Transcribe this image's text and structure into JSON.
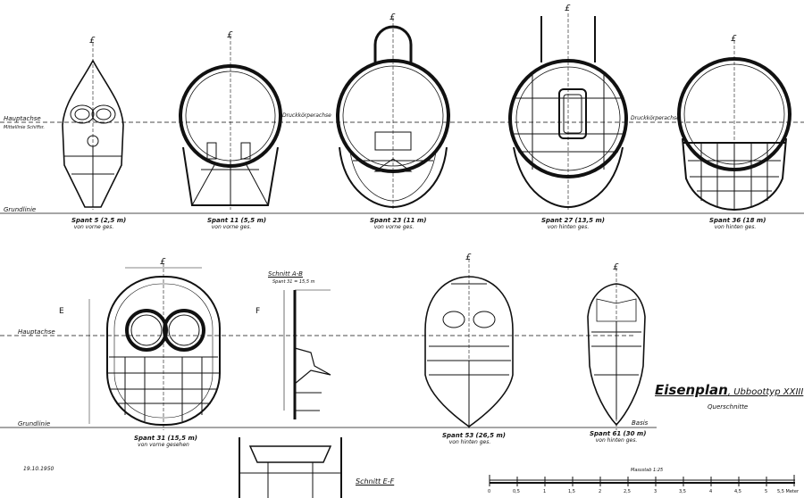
{
  "title": "Eisenplan",
  "title_suffix": ", Ubboottyp XXIII",
  "subtitle": "Querschnitte",
  "date": "19.10.1950",
  "waterline_labels": {
    "top": "Hauptachse",
    "bottom": "Hauptachse",
    "bottom_row": "Grundlinie",
    "top_base": "Grundlinie"
  },
  "top_left_label2": "Mittellinie Schiffsr.",
  "druck_label_1": "Druckkörperachse",
  "druck_label_2": "Druckkörperachse",
  "basis_label": "Basis",
  "centerline_symbol": "£",
  "frames_top": [
    {
      "id": "spant-5",
      "label": "Spant 5",
      "pos": "(2,5 m)",
      "note": "von vorne ges."
    },
    {
      "id": "spant-11",
      "label": "Spant 11",
      "pos": "(5,5 m)",
      "note": "von vorne ges."
    },
    {
      "id": "spant-23",
      "label": "Spant 23",
      "pos": "(11 m)",
      "note": "von vorne ges."
    },
    {
      "id": "spant-27",
      "label": "Spant 27",
      "pos": "(13,5 m)",
      "note": "von hinten ges."
    },
    {
      "id": "spant-36",
      "label": "Spant 36",
      "pos": "(18 m)",
      "note": "von hinten ges."
    }
  ],
  "frames_bottom": [
    {
      "id": "spant-31",
      "label": "Spant 31",
      "pos": "(15,5 m)",
      "note": "von vorne gesehen"
    },
    {
      "id": "spant-53",
      "label": "Spant 53",
      "pos": "(26,5 m)",
      "note": "von hinten ges."
    },
    {
      "id": "spant-61",
      "label": "Spant 61",
      "pos": "(30 m)",
      "note": "von hinten ges."
    }
  ],
  "section_ab": "Schnitt A-B",
  "section_ab_note": "Spant 31 = 15,5 m",
  "section_ef": "Schnitt E-F",
  "marker_e": "E",
  "marker_f": "F",
  "scale_label": "Massstab 1:25",
  "scale_ticks": [
    "0",
    "0,5",
    "1",
    "1,5",
    "2",
    "2,5",
    "3",
    "3,5",
    "4",
    "4,5",
    "5",
    "5,5 Meter"
  ]
}
